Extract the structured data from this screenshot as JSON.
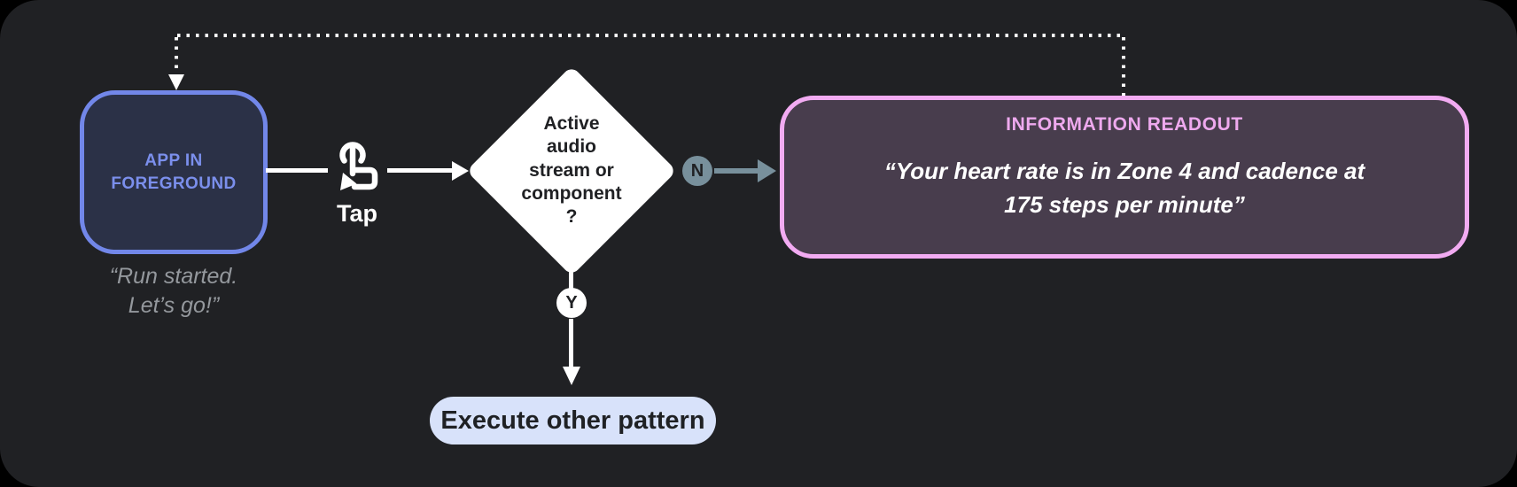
{
  "colors": {
    "canvas_bg": "#202124",
    "outer_bg": "#000000",
    "app_node_fill": "#2B3147",
    "app_node_border": "#7287E9",
    "app_node_text": "#7B8FEC",
    "caption_text": "#94989D",
    "connector_white": "#FFFFFF",
    "branch_slate": "#78909C",
    "decision_fill": "#FFFFFF",
    "decision_text": "#202124",
    "readout_fill": "#483D4D",
    "readout_border": "#F2ABF2",
    "readout_title_text": "#EEA9EE",
    "pill_fill": "#D8E2FA",
    "pill_text": "#1F2124"
  },
  "app_node": {
    "label": "APP IN\nFOREGROUND",
    "caption": "“Run started.\nLet’s go!”"
  },
  "tap": {
    "label": "Tap",
    "icon": "tap-gesture-icon"
  },
  "decision": {
    "question": "Active\naudio\nstream or\ncomponent\n?"
  },
  "branches": {
    "no_label": "N",
    "yes_label": "Y"
  },
  "readout_node": {
    "title": "INFORMATION READOUT",
    "quote": "“Your heart rate is in Zone 4 and cadence at\n175 steps per minute”"
  },
  "yes_node": {
    "label": "Execute other pattern"
  }
}
